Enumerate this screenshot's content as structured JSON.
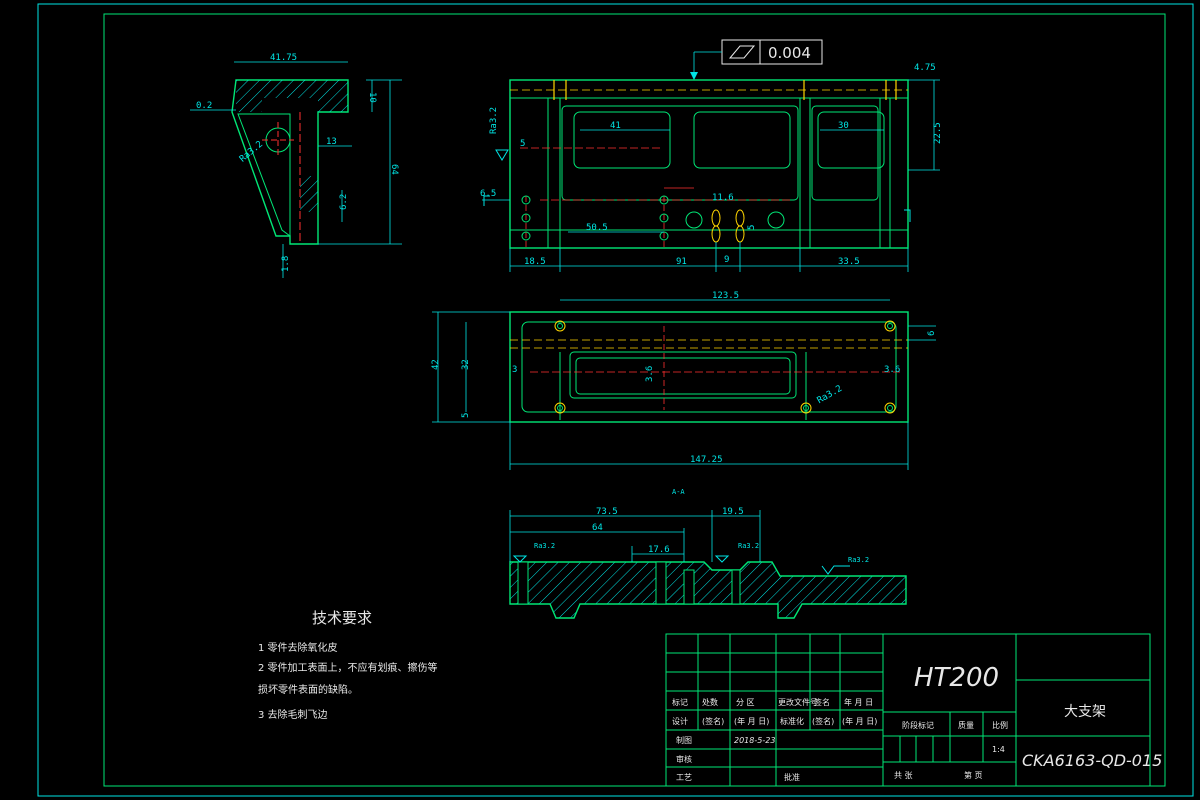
{
  "views": {
    "side": {
      "dims": [
        "41.75",
        "10",
        "0.2",
        "13",
        "64",
        "6.2",
        "1.8"
      ],
      "surface": "Ra3.2"
    },
    "front": {
      "dims": [
        "4.75",
        "41",
        "30",
        "22.5",
        "5",
        "6.5",
        "11.6",
        "50.5",
        "5",
        "18.5",
        "91",
        "9",
        "33.5"
      ],
      "surface": "Ra3.2"
    },
    "top": {
      "dims": [
        "123.5",
        "6",
        "42",
        "32",
        "5",
        "3",
        "3.6",
        "3.6",
        "147.25"
      ],
      "surface": "Ra3.2"
    },
    "section": {
      "label": "A-A",
      "dims": [
        "73.5",
        "19.5",
        "64",
        "17.6"
      ],
      "surfaces": [
        "Ra3.2",
        "Ra3.2",
        "Ra3.2"
      ]
    }
  },
  "tolerance": {
    "value": "0.004"
  },
  "tech_requirements": {
    "title": "技术要求",
    "items": [
      "1  零件去除氧化皮",
      "2  零件加工表面上，不应有划痕、擦伤等",
      "损坏零件表面的缺陷。",
      "3  去除毛刺飞边"
    ]
  },
  "title_block": {
    "material": "HT200",
    "part_name": "大支架",
    "drawing_no": "CKA6163-QD-015",
    "scale": "1:4",
    "date": "2018-5-23",
    "header_row": [
      "标记",
      "处数",
      "分 区",
      "更改文件号",
      "签名",
      "年 月 日"
    ],
    "design_row": [
      "设计",
      "(签名)",
      "(年 月 日)",
      "标准化",
      "(签名)",
      "(年 月 日)"
    ],
    "left_rows": [
      "制图",
      "审核",
      "工艺"
    ],
    "approve": "批准",
    "stage_label": "阶段标记",
    "weight_label": "质量",
    "scale_label": "比例",
    "total_label": "共    张",
    "page_label": "第    页"
  }
}
